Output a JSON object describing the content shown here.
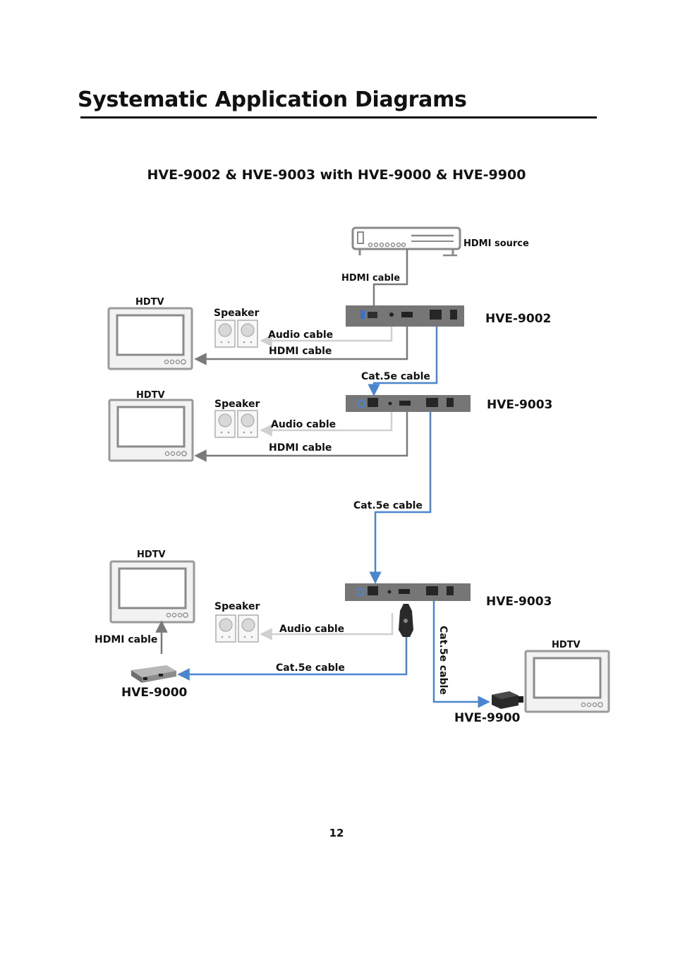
{
  "page": {
    "title": "Systematic Application Diagrams",
    "subtitle": "HVE-9002 & HVE-9003 with HVE-9000 & HVE-9900",
    "page_number": "12"
  },
  "labels": {
    "hdmi_source": "HDMI source",
    "hdmi_cable_top": "HDMI cable",
    "hve9002": "HVE-9002",
    "hdtv1": "HDTV",
    "speaker1": "Speaker",
    "audio_cable1": "Audio cable",
    "hdmi_cable1": "HDMI cable",
    "cat5e_1": "Cat.5e cable",
    "hve9003_a": "HVE-9003",
    "hdtv2": "HDTV",
    "speaker2": "Speaker",
    "audio_cable2": "Audio cable",
    "hdmi_cable2": "HDMI cable",
    "cat5e_2": "Cat.5e cable",
    "hdtv3": "HDTV",
    "hve9003_b": "HVE-9003",
    "speaker3": "Speaker",
    "audio_cable3": "Audio cable",
    "hdmi_cable3": "HDMI cable",
    "cat5e_3": "Cat.5e cable",
    "cat5e_vertical": "Cat.5e cable",
    "hve9000": "HVE-9000",
    "hdtv4": "HDTV",
    "hve9900": "HVE-9900"
  },
  "colors": {
    "hdmi_line": "#7a7a7a",
    "audio_line": "#d6d6d6",
    "cat5e_line": "#4a86cf",
    "device_body": "#767676"
  }
}
